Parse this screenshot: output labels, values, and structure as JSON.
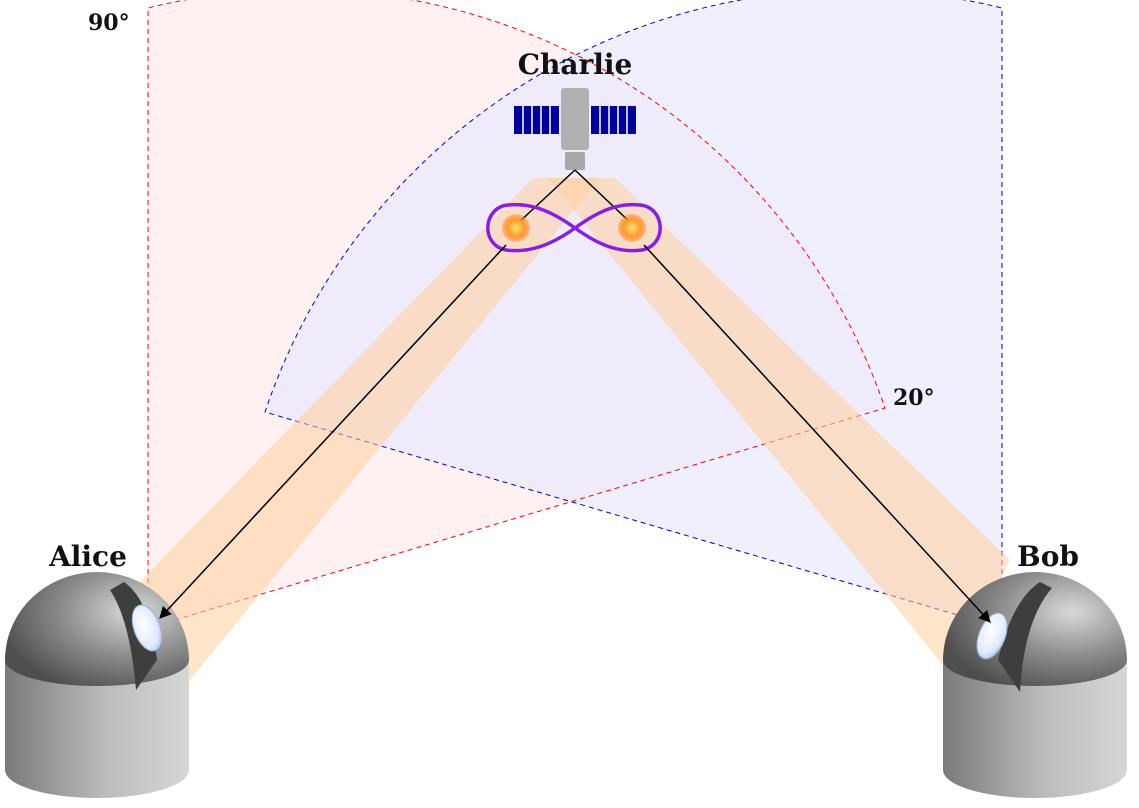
{
  "labels": {
    "alice": "Alice",
    "bob": "Bob",
    "charlie": "Charlie",
    "angle_90": "90°",
    "angle_20": "20°"
  },
  "colors": {
    "alice_cone_fill": "#ffeef0",
    "bob_cone_fill": "#e9eafc",
    "alice_cone_edge": "#ff0000",
    "bob_cone_edge": "#0000cc",
    "beam": "#ffcf9e",
    "entangled_loop": "#8a1ee0",
    "photon": "#ff8c1a",
    "solar_panel": "#000099",
    "satellite_body": "#b0b0b0",
    "dome": "#808080",
    "base": "#b8b8b8"
  },
  "icons": {
    "satellite": "satellite-icon",
    "telescope_alice": "observatory-icon",
    "telescope_bob": "observatory-icon",
    "entanglement": "infinity-loop-icon"
  }
}
